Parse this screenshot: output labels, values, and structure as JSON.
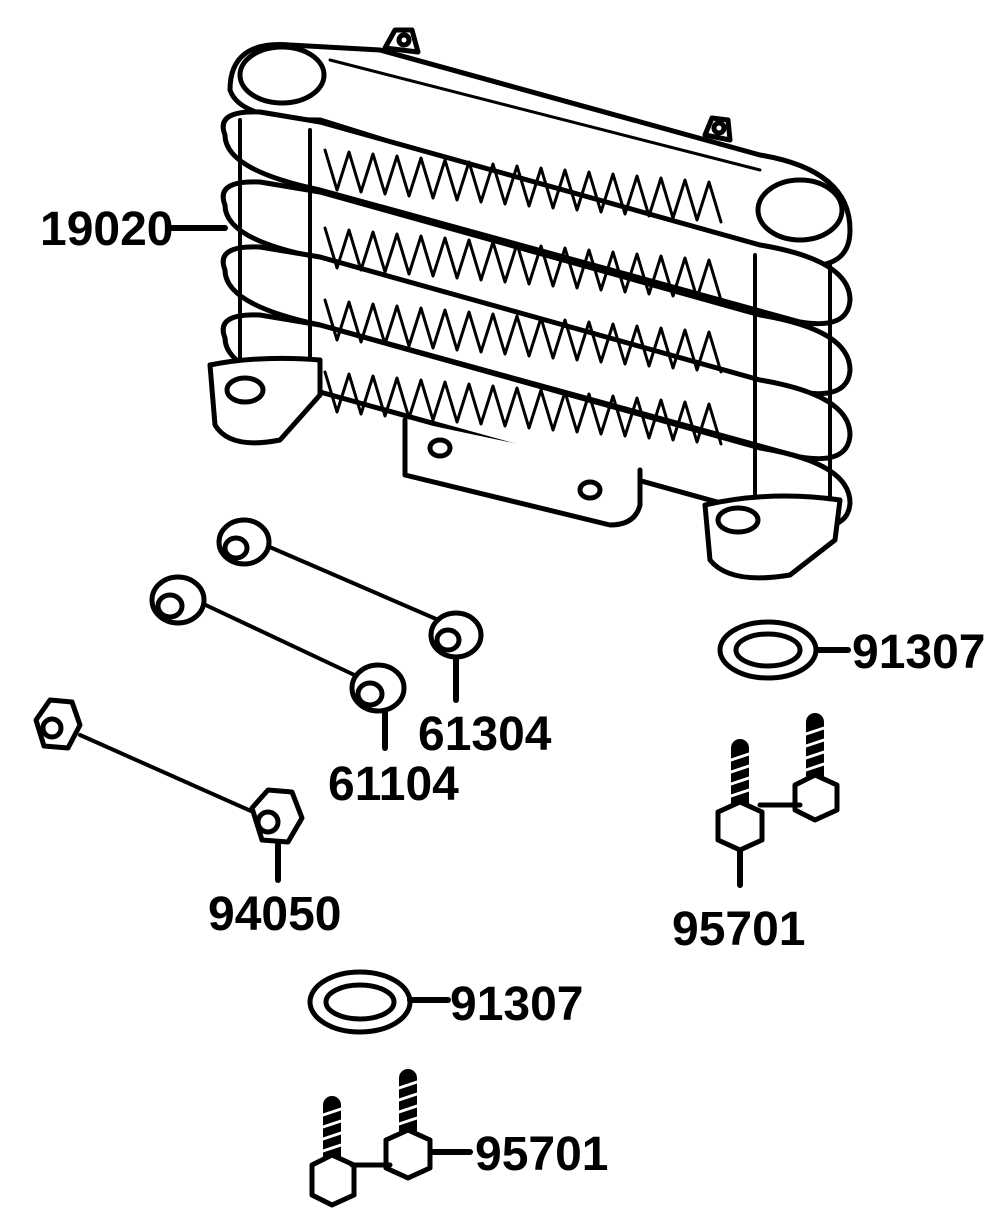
{
  "colors": {
    "ink": "#000000",
    "paper": "#ffffff"
  },
  "labels": {
    "radiator": "19020",
    "washer_upper": "91307",
    "collar_upper": "61304",
    "collar_lower": "61104",
    "bolt_upper": "95701",
    "nut": "94050",
    "washer_lower": "91307",
    "bolt_lower": "95701"
  }
}
